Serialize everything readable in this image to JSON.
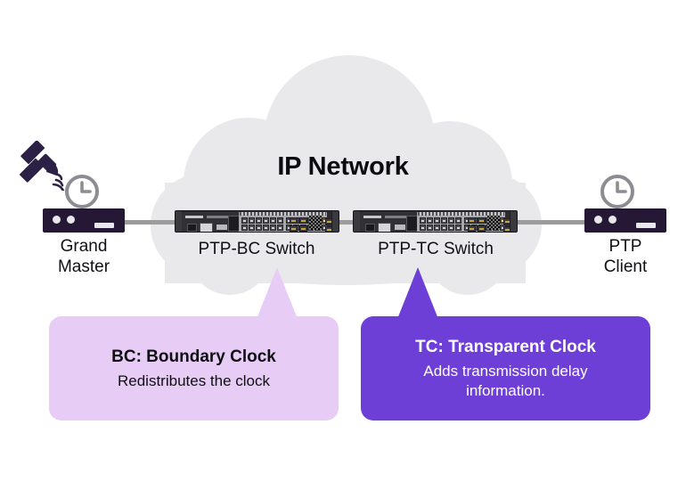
{
  "diagram": {
    "cloud": {
      "title": "IP Network",
      "fill": "#e9e9ec"
    },
    "link_color": "#9c9c9c",
    "nodes": [
      {
        "id": "grand-master",
        "label_line1": "Grand",
        "label_line2": "Master",
        "icons": [
          "satellite-icon",
          "clock-icon"
        ],
        "device_color": "#241834"
      },
      {
        "id": "ptp-bc-switch",
        "label": "PTP-BC Switch",
        "type": "rack-switch"
      },
      {
        "id": "ptp-tc-switch",
        "label": "PTP-TC Switch",
        "type": "rack-switch"
      },
      {
        "id": "ptp-client",
        "label_line1": "PTP",
        "label_line2": "Client",
        "icons": [
          "clock-icon"
        ],
        "device_color": "#241834"
      }
    ],
    "callouts": [
      {
        "id": "bc-callout",
        "title": "BC: Boundary Clock",
        "body": "Redistributes the clock",
        "background": "#e7cdf5",
        "text_color": "#100f14",
        "points_to": "ptp-bc-switch"
      },
      {
        "id": "tc-callout",
        "title": "TC: Transparent Clock",
        "body": "Adds transmission delay information.",
        "background": "#6d3fd6",
        "text_color": "#ffffff",
        "points_to": "ptp-tc-switch"
      }
    ]
  }
}
